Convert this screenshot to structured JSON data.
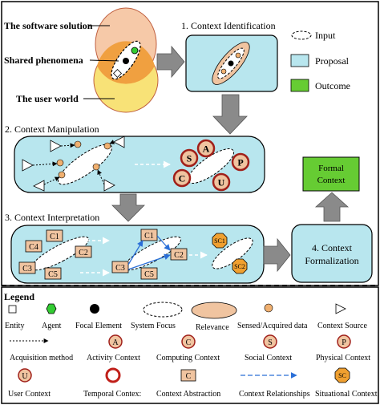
{
  "top": {
    "label_software": "The software solution",
    "label_shared": "Shared phenomena",
    "label_user": "The user world"
  },
  "key": {
    "input": "Input",
    "proposal": "Proposal",
    "outcome": "Outcome"
  },
  "steps": {
    "s1": "1. Context Identification",
    "s2": "2. Context Manipulation",
    "s3": "3. Context Interpretation",
    "s4_line1": "4. Context",
    "s4_line2": "Formalization",
    "formal_line1": "Formal",
    "formal_line2": "Context"
  },
  "manipulation": {
    "letters": [
      "S",
      "A",
      "P",
      "C",
      "U"
    ]
  },
  "interpretation": {
    "left_boxes": [
      "C1",
      "C4",
      "C2",
      "C3",
      "C5"
    ],
    "right_boxes": [
      "C1",
      "C2",
      "C3",
      "C5"
    ],
    "sc": [
      "SC1",
      "SC2"
    ]
  },
  "legend": {
    "title": "Legend",
    "entity": "Entity",
    "agent": "Agent",
    "focal": "Focal Element",
    "system_focus": "System Focus",
    "relevance": "Relevance",
    "sensed": "Sensed/Acquired data",
    "context_source": "Context Source",
    "acquisition": "Acquisition method",
    "activity": "Activity Context",
    "computing": "Computing Context",
    "social": "Social Context",
    "physical": "Physical Context",
    "user": "User Context",
    "temporal": "Temporal Contex:",
    "abstraction": "Context Abstraction",
    "relationships": "Context Relationships",
    "situational": "Situational Context",
    "sym_a": "A",
    "sym_c": "C",
    "sym_s": "S",
    "sym_p": "P",
    "sym_u": "U",
    "sym_box": "C",
    "sym_sc": "SC"
  },
  "colors": {
    "proposal": "#b8e6ee",
    "outcome": "#66cc33",
    "relevance": "#f0c4a0",
    "sensed": "#f0b070",
    "software": "#f6c9a8",
    "user_world": "#f7df68",
    "agent": "#33cc33",
    "arrow": "#8a8a8a",
    "relationship": "#2a6fd8",
    "situational": "#f0a030"
  }
}
